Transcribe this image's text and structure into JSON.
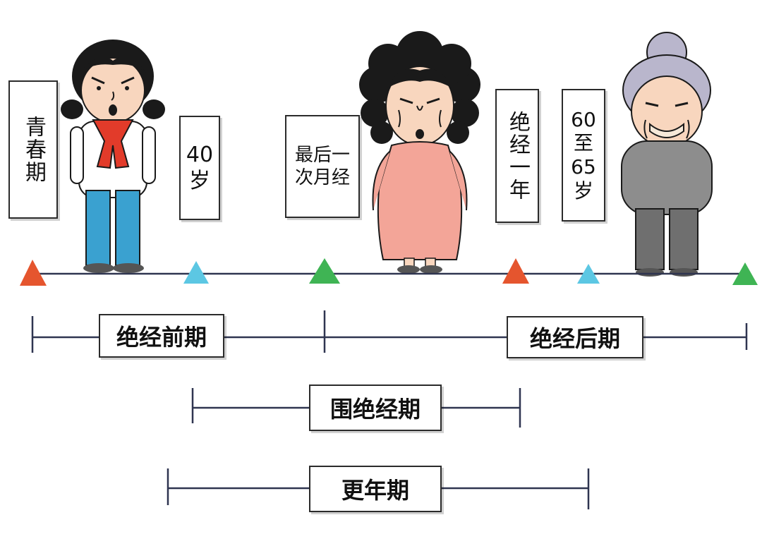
{
  "events": {
    "puberty": "青春期",
    "age40": [
      "40",
      "岁"
    ],
    "last_period": [
      "最后一",
      "次月经"
    ],
    "one_year_after": "绝经一年",
    "age60_65": [
      "60",
      "至",
      "65",
      "岁"
    ]
  },
  "periods": {
    "premenopause": "绝经前期",
    "postmenopause": "绝经后期",
    "perimenopause": "围绝经期",
    "climacteric": "更年期"
  },
  "colors": {
    "line": "#2f3550",
    "marker_red": "#e5552e",
    "marker_blue": "#5cc7e3",
    "marker_green": "#3fb454",
    "skin": "#f8d6be",
    "hair": "#1a1a1a",
    "scarf": "#e23b2a",
    "pants_blue": "#3aa1d0",
    "dress_pink": "#f3a598",
    "sweater_gray": "#8d8d8d",
    "pants_gray": "#6f6f6f",
    "bun_gray": "#b9b6cc"
  },
  "icons": {
    "girl": "teen-girl-figure",
    "woman": "middle-aged-woman-figure",
    "elder": "elderly-woman-figure"
  }
}
